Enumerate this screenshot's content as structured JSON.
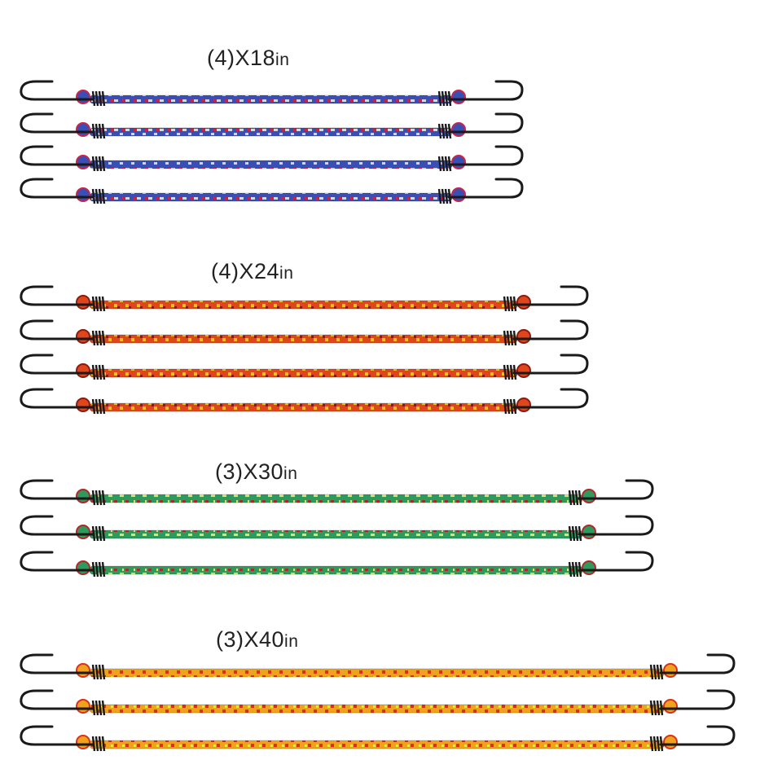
{
  "groups": [
    {
      "label_count": "(4)X18",
      "label_unit": "in",
      "count": 4,
      "colors": {
        "base": "#3a4fb5",
        "stripe": "#d6d6e8",
        "accent": "#c8244a",
        "hook": "#1a1a1a"
      }
    },
    {
      "label_count": "(4)X24",
      "label_unit": "in",
      "count": 4,
      "colors": {
        "base": "#e0461c",
        "stripe": "#f2c21a",
        "accent": "#8c1a10",
        "hook": "#1a1a1a"
      }
    },
    {
      "label_count": "(3)X30",
      "label_unit": "in",
      "count": 3,
      "colors": {
        "base": "#2f9a5c",
        "stripe": "#e3e070",
        "accent": "#b3262a",
        "hook": "#1a1a1a"
      }
    },
    {
      "label_count": "(3)X40",
      "label_unit": "in",
      "count": 3,
      "colors": {
        "base": "#f0a21c",
        "stripe": "#ece43a",
        "accent": "#d8301a",
        "hook": "#1a1a1a"
      }
    }
  ]
}
